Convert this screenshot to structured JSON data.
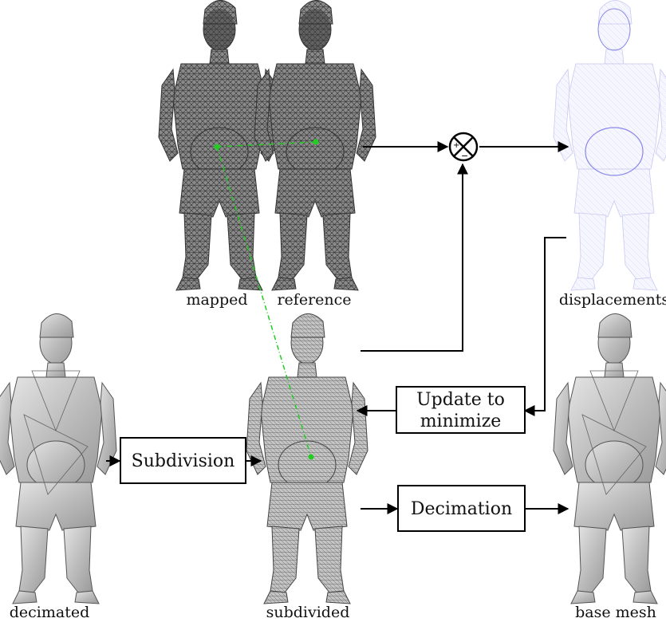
{
  "figures": {
    "mapped": "mapped",
    "reference": "reference",
    "displacements": "displacements",
    "decimated": "decimated",
    "subdivided": "subdivided",
    "base_mesh": "base mesh"
  },
  "boxes": {
    "subdivision": "Subdivision",
    "update_line1": "Update to",
    "update_line2": "minimize",
    "decimation": "Decimation"
  },
  "operator": {
    "symbol_plus": "+",
    "symbol_minus": "−"
  },
  "colors": {
    "mesh_dark": "#4a4a4a",
    "mesh_light": "#cfcfcf",
    "correspondence": "#22cc22",
    "displacement": "#6a6ae0"
  }
}
